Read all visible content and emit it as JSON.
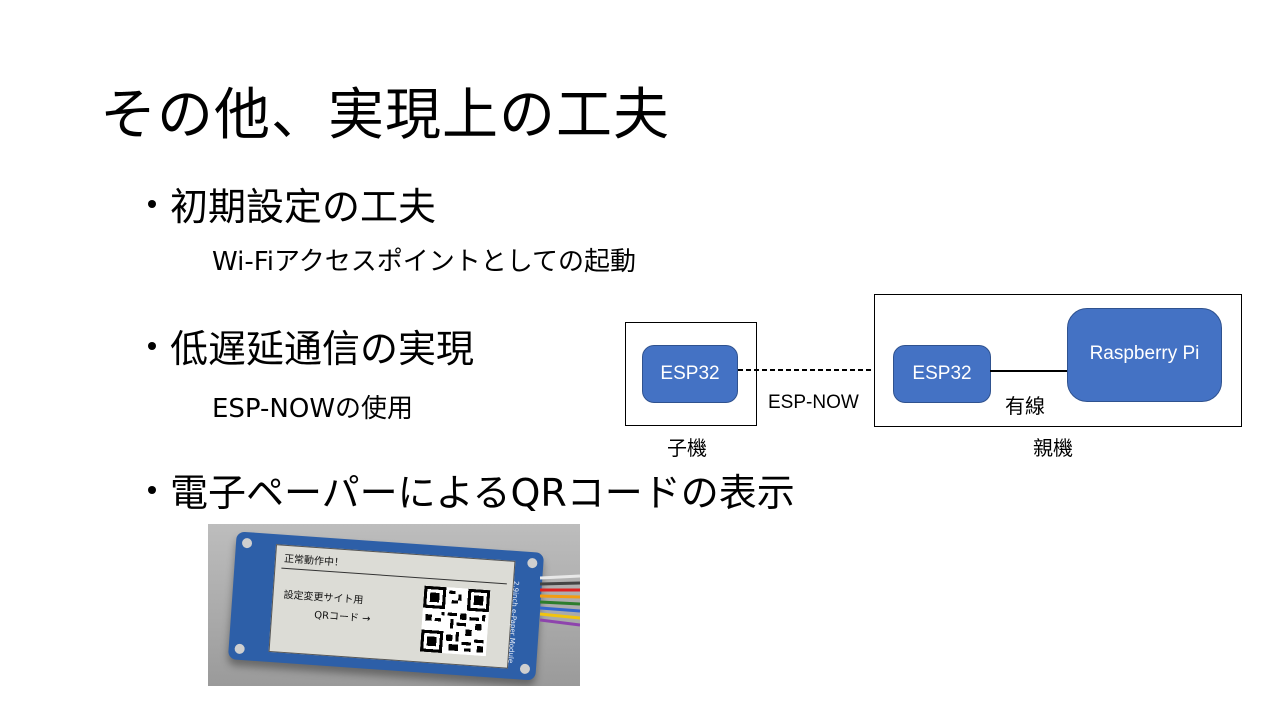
{
  "slide": {
    "title": "その他、実現上の工夫",
    "bullets": [
      {
        "text": "初期設定の工夫",
        "sub": "Wi-Fiアクセスポイントとしての起動"
      },
      {
        "text": "低遅延通信の実現",
        "sub": "ESP-NOWの使用"
      },
      {
        "text": "電子ペーパーによるQRコードの表示"
      }
    ]
  },
  "diagram": {
    "child_node": "ESP32",
    "child_caption": "子機",
    "parent_node": "ESP32",
    "parent_pi": "Raspberry Pi",
    "parent_caption": "親機",
    "link_wireless": "ESP-NOW",
    "link_wired": "有線",
    "colors": {
      "node_fill": "#4472c4",
      "node_border": "#2f528f"
    }
  },
  "photo": {
    "status": "正常動作中！",
    "line1": "設定変更サイト用",
    "line2": "QRコード →",
    "module_label": "2.9inch e-Paper Module"
  }
}
